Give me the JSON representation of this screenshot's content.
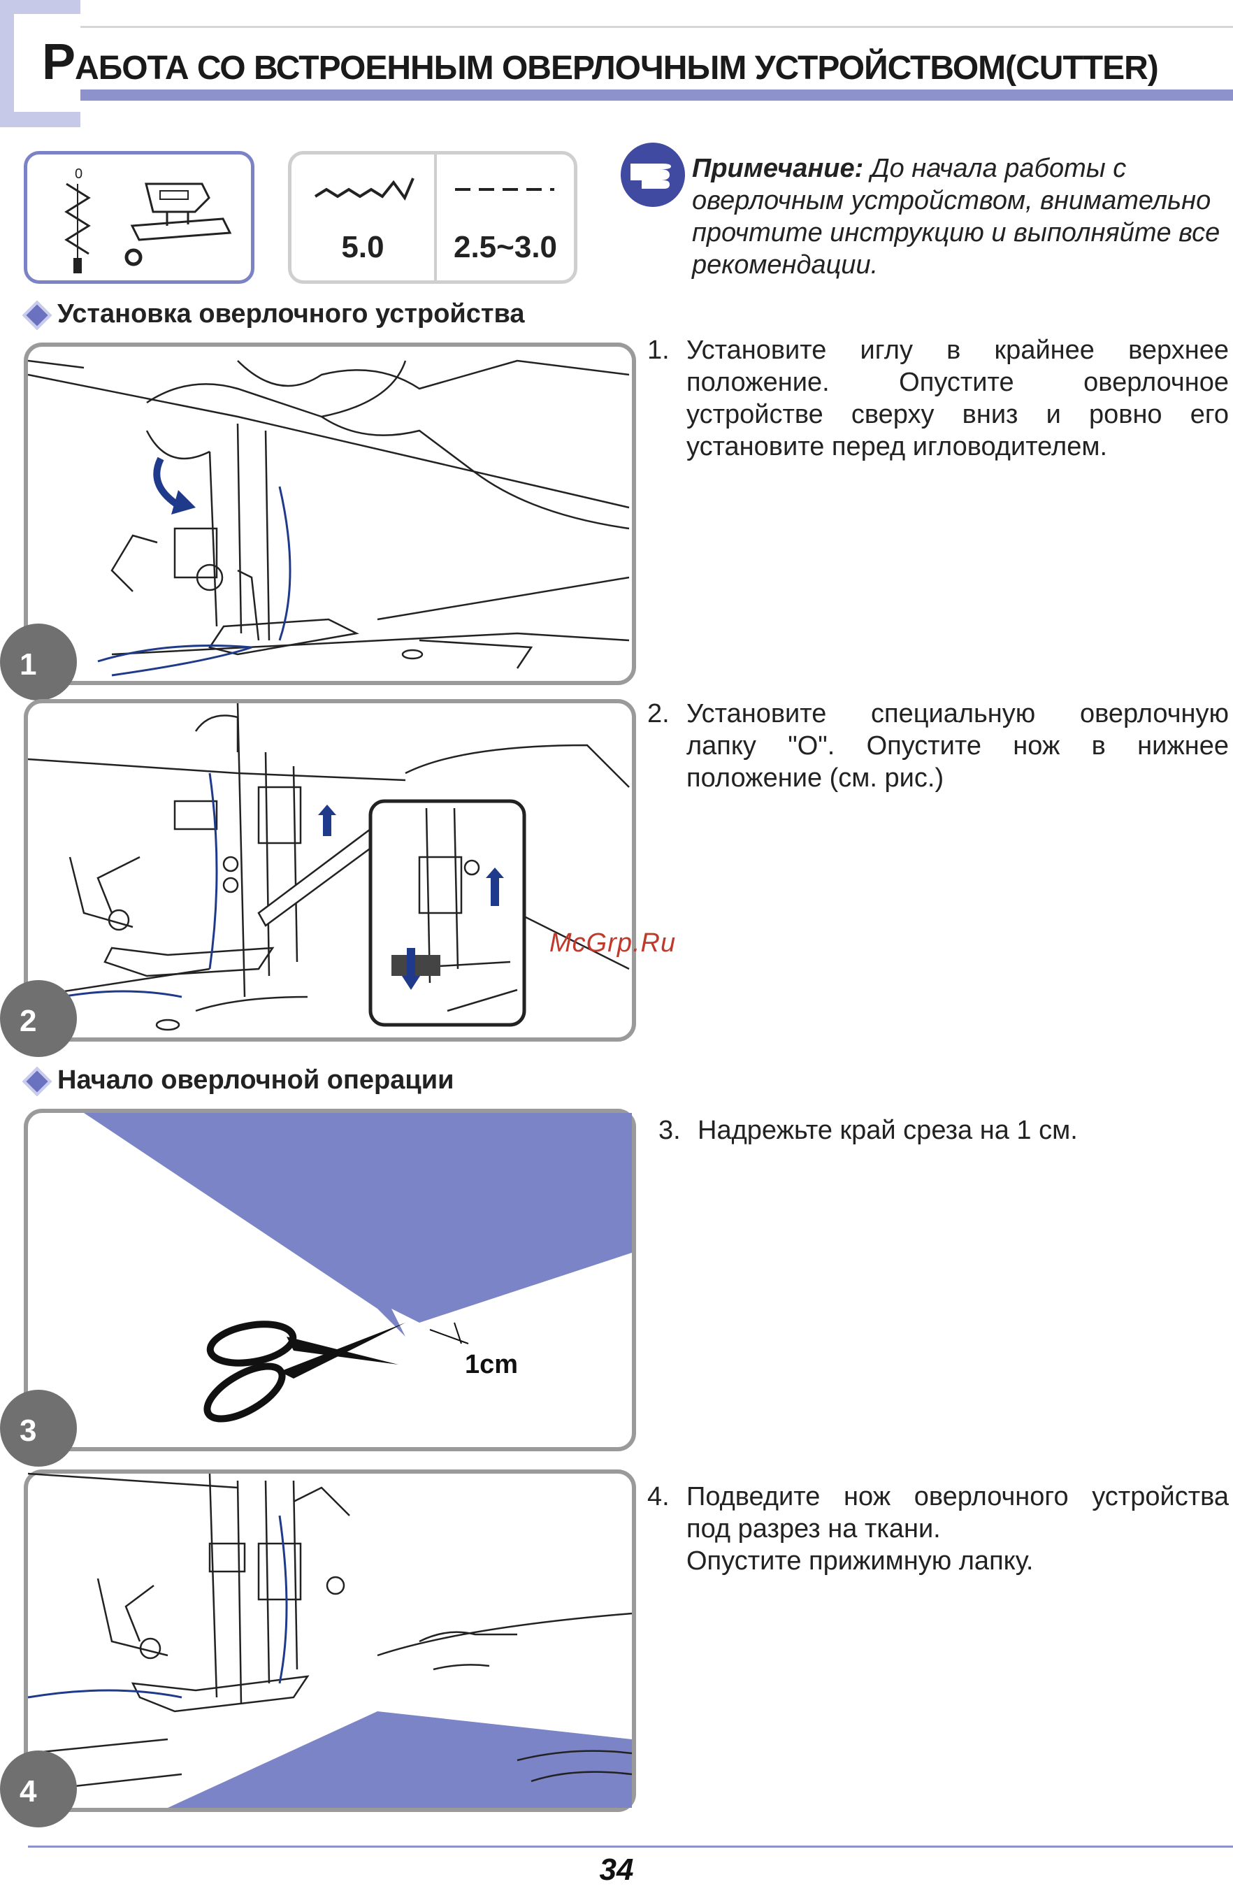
{
  "header": {
    "title_initial": "Р",
    "title_rest": "АБОТА СО ВСТРОЕННЫМ ОВЕРЛОЧНЫМ УСТРОЙСТВОМ(CUTTER)"
  },
  "settings": {
    "stitch_pattern_label": "0",
    "stitch_width": "5.0",
    "stitch_length": "2.5~3.0"
  },
  "note": {
    "label": "Примечание:",
    "text": " До начала работы с оверлочным устройством, внимательно прочтите инструкцию и выполняйте все рекомендации."
  },
  "sections": [
    {
      "title": "Установка оверлочного устройства"
    },
    {
      "title": "Начало оверлочной операции"
    }
  ],
  "figures": [
    {
      "badge": "1"
    },
    {
      "badge": "2"
    },
    {
      "badge": "3",
      "label": "1cm"
    },
    {
      "badge": "4"
    }
  ],
  "steps": [
    {
      "num": "1.",
      "text": "Установите иглу в крайнее верхнее положение. Опустите оверлочное устройстве сверху вниз и ровно его установите перед игловодителем."
    },
    {
      "num": "2.",
      "text": "Установите специальную оверлочную лапку \"O\". Опустите нож в нижнее положение (см. рис.)"
    },
    {
      "num": "3.",
      "text": "Надрежьте край среза на 1 см."
    },
    {
      "num": "4.",
      "text": "Подведите нож оверлочного устройства под разрез на ткани.",
      "text2": "Опустите прижимную лапку."
    }
  ],
  "watermark": "McGrp.Ru",
  "page_number": "34",
  "colors": {
    "accent": "#7c82c6",
    "fabric": "#7b84c6",
    "thread": "#1f3a8a",
    "badge": "#707070"
  }
}
